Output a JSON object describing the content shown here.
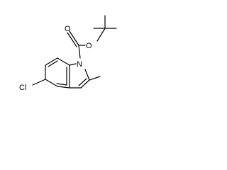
{
  "structure": {
    "atoms": {
      "nitrogen": "N",
      "carbonyl_oxygen": "O",
      "ester_oxygen": "O",
      "chlorine": "Cl"
    },
    "colors": {
      "bond": "#000000",
      "label": "#000000",
      "background": "#ffffff"
    }
  }
}
